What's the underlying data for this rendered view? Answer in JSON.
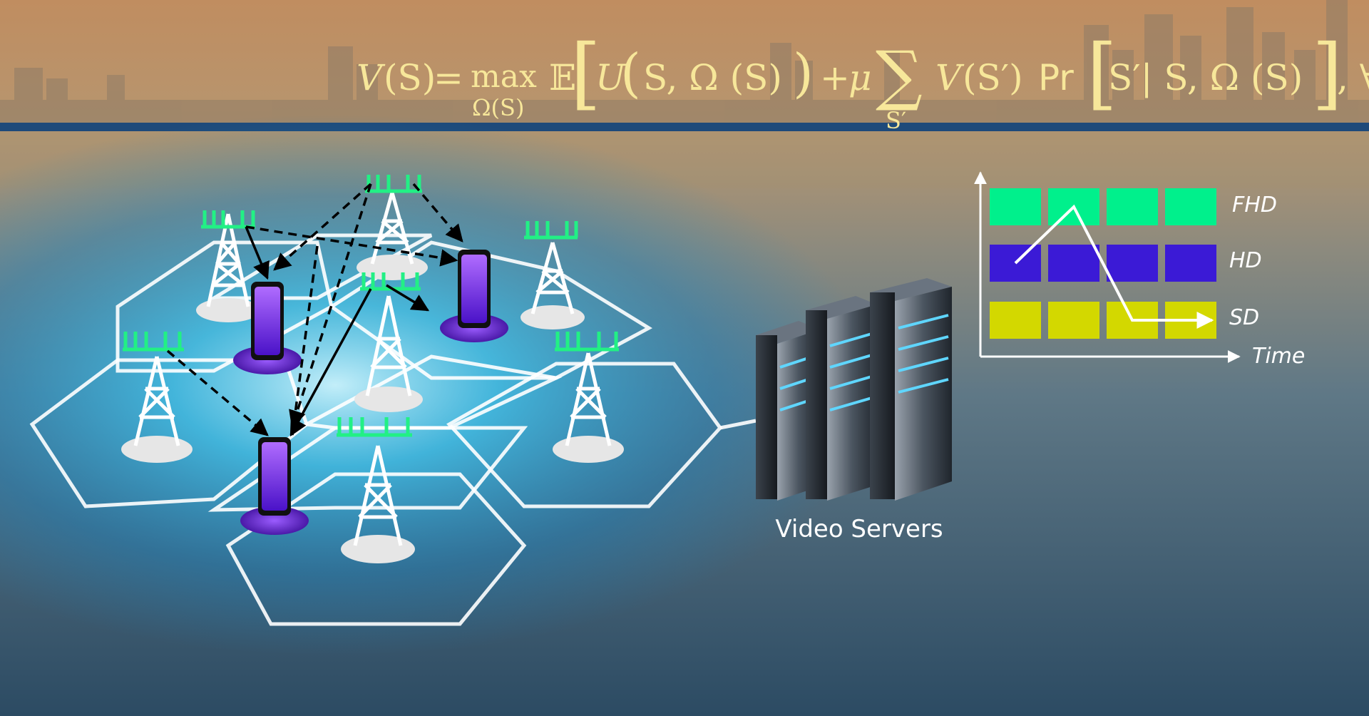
{
  "formula": {
    "lhs_v": "V",
    "lhs_s": "(S)",
    "equals": "=",
    "max": "max",
    "max_sub": "Ω(S)",
    "expect": "𝔼",
    "u": "U",
    "u_args": "S, Ω (S)",
    "plus": "+",
    "mu": "μ",
    "sum": "∑",
    "sum_sub": "S′",
    "v2": "V",
    "v2_args": "(S′)",
    "pr": "Pr",
    "pr_args": "S′| S, Ω (S)",
    "forall": ", ∀S"
  },
  "diagram": {
    "server_label": "Video Servers",
    "quality_labels": {
      "fhd": "FHD",
      "hd": "HD",
      "sd": "SD"
    },
    "time_label": "Time"
  },
  "colors": {
    "fhd": "#00f08c",
    "hd": "#3b1ad6",
    "sd": "#d3d800",
    "hex_line": "#ffffff",
    "antenna": "#22f085",
    "phone": "#7a2df2",
    "formula": "#f7e79a",
    "band": "#1e4a7a"
  },
  "icons": {
    "tower": "cell-tower-icon",
    "antenna": "antenna-array-icon",
    "phone": "smartphone-icon",
    "server": "server-rack-icon",
    "arrow": "arrow-icon"
  }
}
